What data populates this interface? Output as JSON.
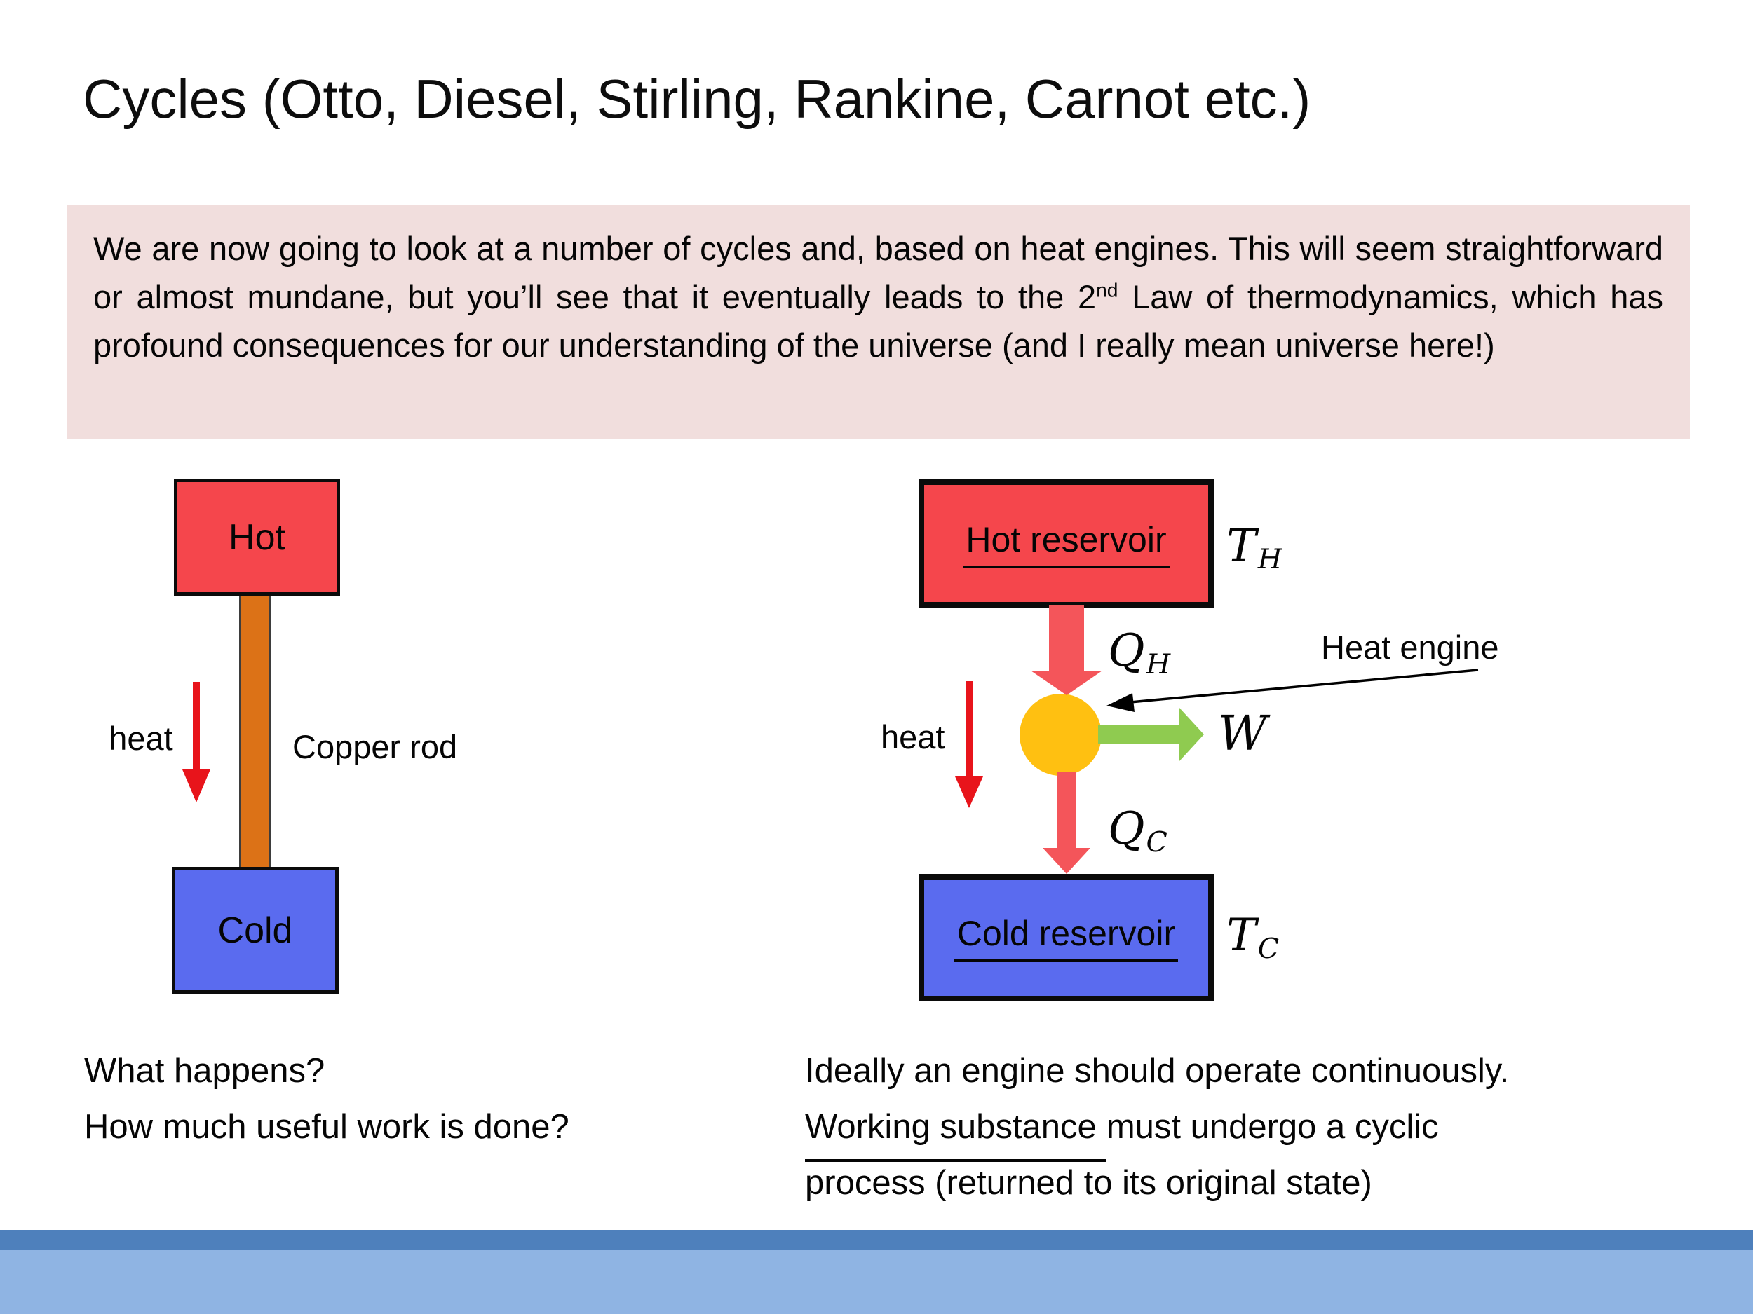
{
  "slide": {
    "title": "Cycles (Otto, Diesel, Stirling, Rankine, Carnot etc.)",
    "intro": {
      "before_sup": "We are now going to look at a number of cycles and, based on heat engines. This will seem straightforward or almost mundane, but you’ll see that it eventually leads to the 2",
      "sup": "nd",
      "after_sup": " Law of thermodynamics, which has profound consequences for our understanding of the universe (and I really mean universe here!)"
    }
  },
  "left_diagram": {
    "hot_label": "Hot",
    "cold_label": "Cold",
    "heat_label": "heat",
    "rod_label": "Copper rod"
  },
  "right_diagram": {
    "hot_reservoir_label": "Hot reservoir",
    "cold_reservoir_label": "Cold reservoir",
    "heat_label": "heat",
    "heat_engine_label": "Heat engine",
    "t_h": {
      "base": "T",
      "sub": "H"
    },
    "q_h": {
      "base": "Q",
      "sub": "H"
    },
    "w_label": "W",
    "q_c": {
      "base": "Q",
      "sub": "C"
    },
    "t_c": {
      "base": "T",
      "sub": "C"
    }
  },
  "questions_left": [
    "What happens?",
    "How much useful work is done?"
  ],
  "questions_right": {
    "line1": "Ideally an engine should operate continuously.",
    "line2_underlined": "Working substance ",
    "line2_rest": "must undergo a cyclic",
    "line3": "process (returned to its original state)"
  },
  "colors": {
    "reservoir_red": "#F5464C",
    "reservoir_blue": "#5A6BEF",
    "rod_orange": "#DC7217",
    "engine_yellow": "#FFC011",
    "work_green": "#8FCB50",
    "heat_arrow_red": "#E8141B",
    "intro_background": "#F1DEDD",
    "bottom_bar_dark": "#4E80BC",
    "bottom_bar_light": "#8FB4E3"
  }
}
